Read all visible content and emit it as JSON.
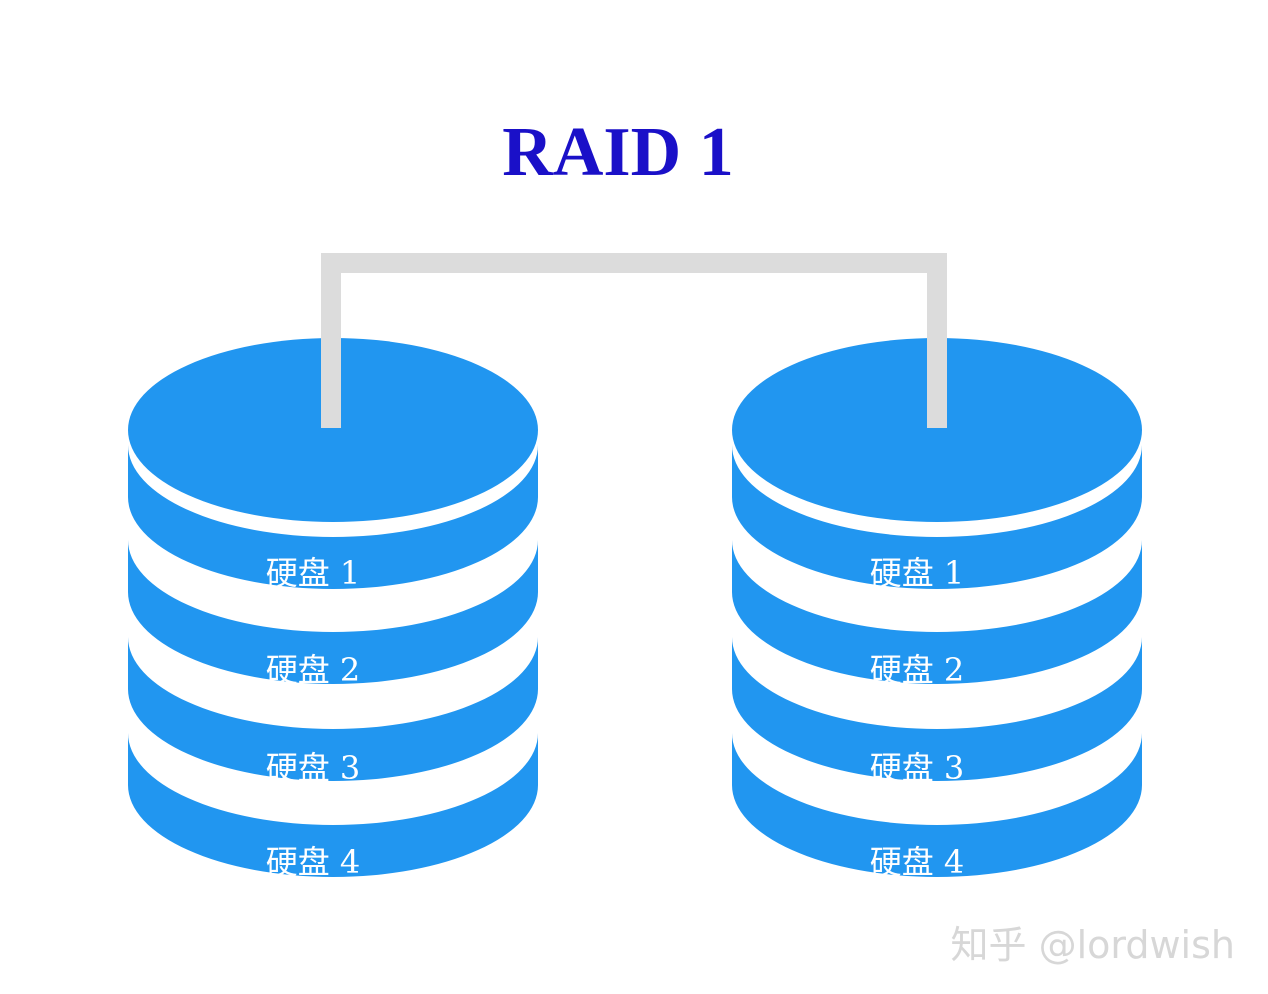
{
  "title": "RAID 1",
  "stacks": [
    {
      "disks": [
        "硬盘 1",
        "硬盘 2",
        "硬盘 3",
        "硬盘 4"
      ]
    },
    {
      "disks": [
        "硬盘 1",
        "硬盘 2",
        "硬盘 3",
        "硬盘 4"
      ]
    }
  ],
  "watermark": "知乎 @lordwish",
  "colors": {
    "title": "#1a10c8",
    "disk": "#2196f0",
    "connector": "#dcdcdc",
    "label": "#ffffff",
    "watermark": "#d7d7d7"
  }
}
